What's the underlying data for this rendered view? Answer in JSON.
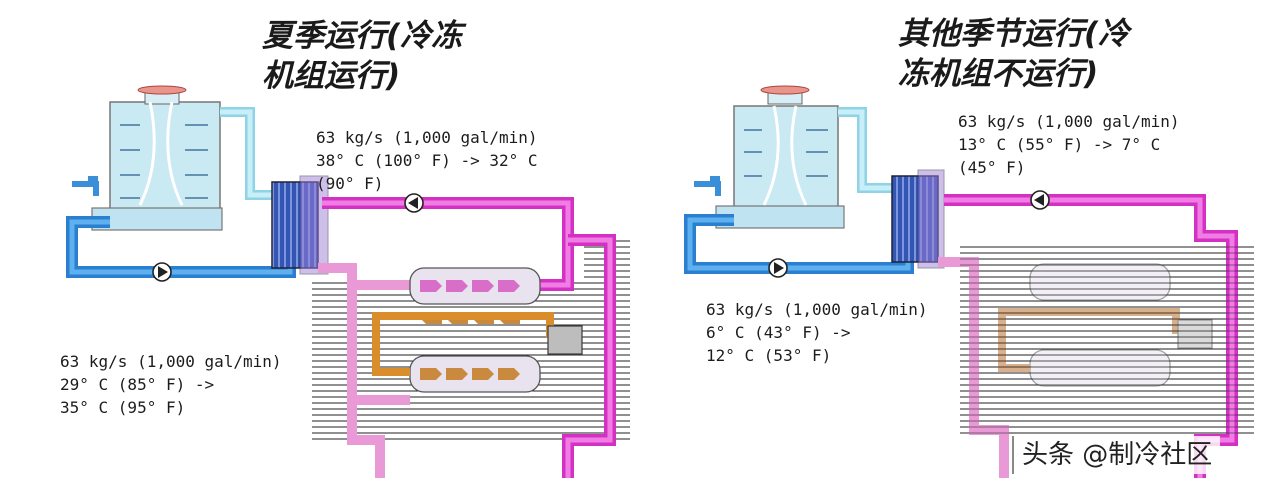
{
  "titles": {
    "left": [
      "夏季运行(冷冻",
      "机组运行)"
    ],
    "right": [
      "其他季节运行(冷",
      "冻机组不运行)"
    ]
  },
  "notes": {
    "left_top": [
      "63 kg/s (1,000 gal/min)",
      "38° C (100° F) -> 32° C",
      "(90° F)"
    ],
    "left_bottom": [
      "63 kg/s (1,000 gal/min)",
      "29° C (85° F) ->",
      "35° C (95° F)"
    ],
    "right_top": [
      "63 kg/s (1,000 gal/min)",
      "13° C (55° F) -> 7° C",
      "(45° F)"
    ],
    "right_bottom": [
      "63 kg/s (1,000 gal/min)",
      "6° C (43° F) ->",
      "12° C (53° F)"
    ]
  },
  "watermark": "头条 @制冷社区",
  "colors": {
    "condenser_water": "#3a8fd8",
    "tower_return": "#9fd9ea",
    "chilled_supply": "#e040d0",
    "chilled_return": "#efa9dc",
    "refrigerant": "#e0952a",
    "tower_body": "#c9e9f3",
    "hx_plate": "#2f4fa8"
  }
}
